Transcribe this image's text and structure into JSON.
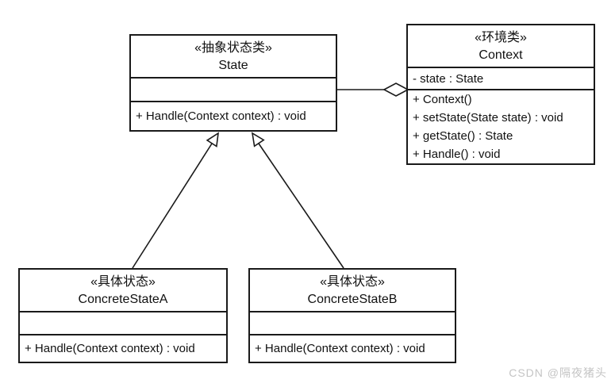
{
  "diagram": {
    "type": "uml-class-diagram",
    "pattern": "State",
    "classes": [
      {
        "id": "state",
        "stereotype": "«抽象状态类»",
        "name": "State",
        "attributes": [],
        "methods": [
          "+ Handle(Context context) : void"
        ]
      },
      {
        "id": "context",
        "stereotype": "«环境类»",
        "name": "Context",
        "attributes": [
          "- state : State"
        ],
        "methods": [
          "+ Context()",
          "+ setState(State state) : void",
          "+ getState() : State",
          "+ Handle() : void"
        ]
      },
      {
        "id": "concrete-state-a",
        "stereotype": "«具体状态»",
        "name": "ConcreteStateA",
        "attributes": [],
        "methods": [
          "+ Handle(Context context) : void"
        ]
      },
      {
        "id": "concrete-state-b",
        "stereotype": "«具体状态»",
        "name": "ConcreteStateB",
        "attributes": [],
        "methods": [
          "+ Handle(Context context) : void"
        ]
      }
    ],
    "relationships": [
      {
        "type": "aggregation",
        "whole": "Context",
        "part": "State"
      },
      {
        "type": "generalization",
        "child": "ConcreteStateA",
        "parent": "State"
      },
      {
        "type": "generalization",
        "child": "ConcreteStateB",
        "parent": "State"
      }
    ],
    "watermark": "CSDN @隔夜猪头",
    "colors": {
      "line": "#1a1a1a",
      "background": "#ffffff",
      "watermark": "#c4c4c4"
    }
  }
}
